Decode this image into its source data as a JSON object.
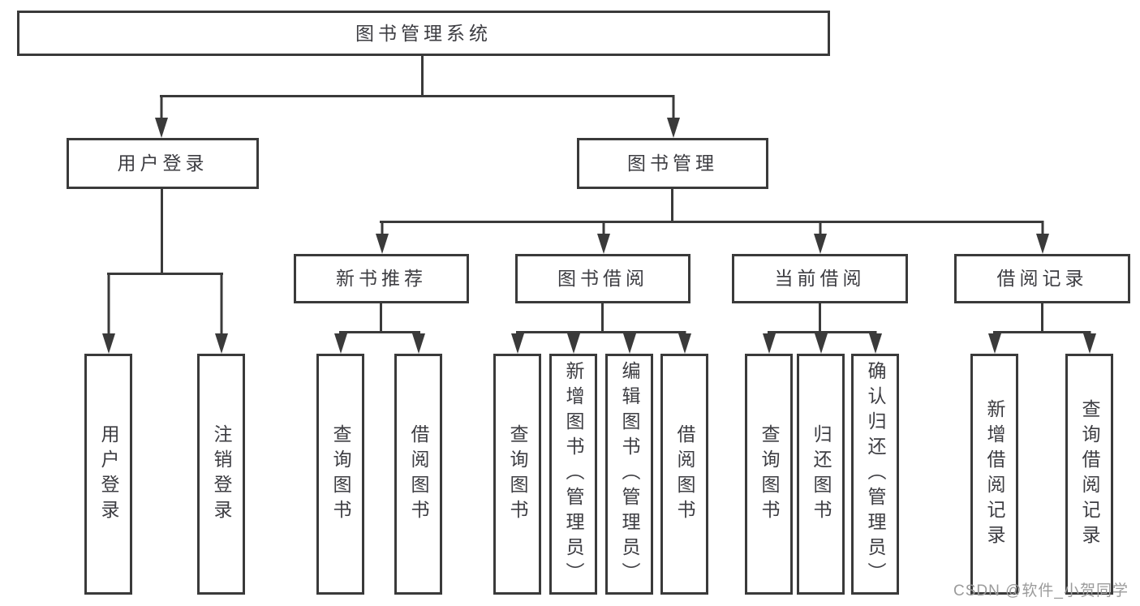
{
  "diagram": {
    "root": {
      "label": "图书管理系统"
    },
    "level2": [
      {
        "label": "用户登录"
      },
      {
        "label": "图书管理"
      }
    ],
    "level3": [
      {
        "label": "新书推荐"
      },
      {
        "label": "图书借阅"
      },
      {
        "label": "当前借阅"
      },
      {
        "label": "借阅记录"
      }
    ],
    "leaves": [
      {
        "label": "用户登录"
      },
      {
        "label": "注销登录"
      },
      {
        "label": "查询图书"
      },
      {
        "label": "借阅图书"
      },
      {
        "label": "查询图书"
      },
      {
        "label": "新增图书（管理员）"
      },
      {
        "label": "编辑图书（管理员）"
      },
      {
        "label": "借阅图书"
      },
      {
        "label": "查询图书"
      },
      {
        "label": "归还图书"
      },
      {
        "label": "确认归还（管理员）"
      },
      {
        "label": "新增借阅记录"
      },
      {
        "label": "查询借阅记录"
      }
    ]
  },
  "watermark": {
    "text": "CSDN @软件_小贺同学"
  },
  "colors": {
    "line": "#3a3a3a",
    "text": "#3d3d42",
    "watermark": "#9b9b9b",
    "background": "#ffffff"
  }
}
